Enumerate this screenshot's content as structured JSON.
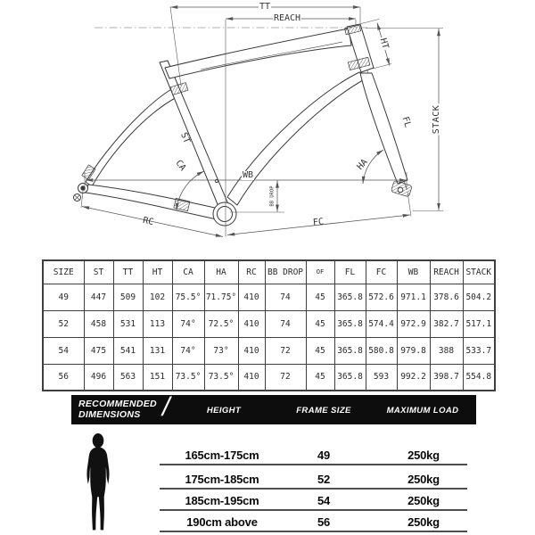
{
  "diagram": {
    "labels": {
      "tt": "TT",
      "reach": "REACH",
      "ht": "HT",
      "stack": "STACK",
      "fl": "FL",
      "ha": "HA",
      "st": "ST",
      "ca": "CA",
      "wb": "WB",
      "rc": "RC",
      "fc": "FC",
      "bb_drop": "BB DROP"
    }
  },
  "geometry_table": {
    "columns": [
      "SIZE",
      "ST",
      "TT",
      "HT",
      "CA",
      "HA",
      "RC",
      "BB DROP",
      "OF",
      "FL",
      "FC",
      "WB",
      "REACH",
      "STACK"
    ],
    "rows": [
      [
        "49",
        "447",
        "509",
        "102",
        "75.5°",
        "71.75°",
        "410",
        "74",
        "45",
        "365.8",
        "572.6",
        "971.1",
        "378.6",
        "504.2"
      ],
      [
        "52",
        "458",
        "531",
        "113",
        "74°",
        "72.5°",
        "410",
        "74",
        "45",
        "365.8",
        "574.4",
        "972.9",
        "382.7",
        "517.1"
      ],
      [
        "54",
        "475",
        "541",
        "131",
        "74°",
        "73°",
        "410",
        "72",
        "45",
        "365.8",
        "580.8",
        "979.8",
        "388",
        "533.7"
      ],
      [
        "56",
        "496",
        "563",
        "151",
        "73.5°",
        "73.5°",
        "410",
        "72",
        "45",
        "365.8",
        "593",
        "992.2",
        "398.7",
        "554.8"
      ]
    ]
  },
  "recommended": {
    "title_line1": "RECOMMENDED",
    "title_line2": "DIMENSIONS",
    "separator": "/",
    "columns": [
      "HEIGHT",
      "FRAME SIZE",
      "MAXIMUM LOAD"
    ],
    "rows": [
      {
        "height": "165cm-175cm",
        "frame_size": "49",
        "max_load": "250kg"
      },
      {
        "height": "175cm-185cm",
        "frame_size": "52",
        "max_load": "250kg"
      },
      {
        "height": "185cm-195cm",
        "frame_size": "54",
        "max_load": "250kg"
      },
      {
        "height": "190cm above",
        "frame_size": "56",
        "max_load": "250kg"
      }
    ]
  },
  "colors": {
    "bar_background": "#0d0d0d",
    "bar_text": "#ffffff",
    "line_color": "#3a3a3a",
    "table_text": "#2b2b2b"
  }
}
